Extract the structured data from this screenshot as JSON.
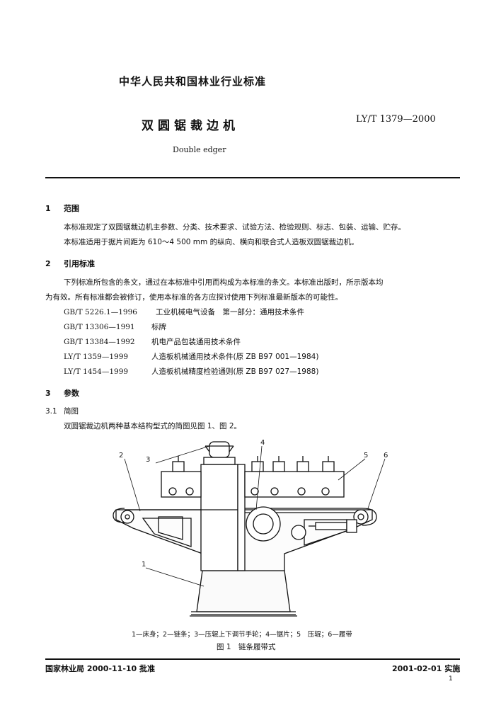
{
  "header": {
    "organization": "中华人民共和国林业行业标准",
    "title": "双圆锯裁边机",
    "standard_number": "LY/T 1379—2000",
    "english_title": "Double edger"
  },
  "sections": {
    "s1": {
      "num": "1",
      "heading": "范围",
      "p1": "本标准规定了双圆锯裁边机主参数、分类、技术要求、试验方法、检验规则、标志、包装、运输、贮存。",
      "p2": "本标准适用于据片间距为 610～4 500 mm 的纵向、横向和联合式人造板双圆锯裁边机。"
    },
    "s2": {
      "num": "2",
      "heading": "引用标准",
      "p1a": "下列标准所包含的条文，通过在本标准中引用而构成为本标准的条文。本标准出版时，所示版本均",
      "p1b": "为有效。所有标准都会被修订，使用本标准的各方应探讨使用下列标准最新版本的可能性。",
      "refs": [
        {
          "code": "GB/T 5226.1—1996",
          "title": "工业机械电气设备　第一部分：通用技术条件"
        },
        {
          "code": "GB/T 13306—1991",
          "title": "标牌"
        },
        {
          "code": "GB/T 13384—1992",
          "title": "机电产品包装通用技术条件"
        },
        {
          "code": "LY/T 1359—1999",
          "title": "人造板机械通用技术条件(原 ZB B97 001—1984)"
        },
        {
          "code": "LY/T 1454—1999",
          "title": "人造板机械精度检验通则(原 ZB B97 027—1988)"
        }
      ]
    },
    "s3": {
      "num": "3",
      "heading": "参数",
      "sub_num": "3.1",
      "sub_heading": "简图",
      "p1": "双圆锯裁边机两种基本结构型式的简图见图 1、图 2。"
    }
  },
  "figure": {
    "callouts": [
      "1",
      "2",
      "3",
      "4",
      "5",
      "6"
    ],
    "caption": "1—床身；2—链条；3—压辊上下调节手轮；4—锯片；5　压辊；6—履带",
    "title": "图 1　链条履带式"
  },
  "footer": {
    "approval": "国家林业局 2000-11-10 批准",
    "implementation": "2001-02-01 实施",
    "page_mark": "1"
  }
}
